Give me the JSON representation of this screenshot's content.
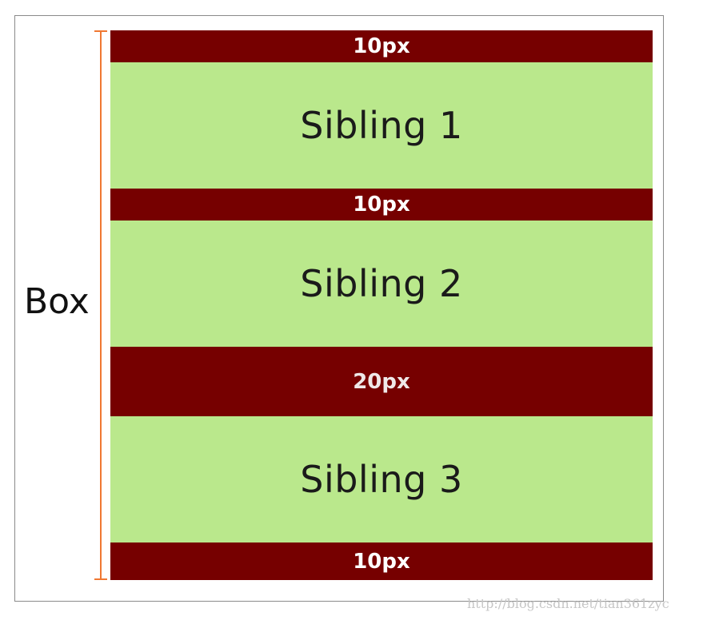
{
  "diagram": {
    "box_label": "Box",
    "bands": [
      {
        "kind": "margin",
        "label": "10px"
      },
      {
        "kind": "sibling",
        "label": "Sibling 1"
      },
      {
        "kind": "margin",
        "label": "10px"
      },
      {
        "kind": "sibling",
        "label": "Sibling 2"
      },
      {
        "kind": "margin",
        "label": "20px"
      },
      {
        "kind": "sibling",
        "label": "Sibling 3"
      },
      {
        "kind": "margin",
        "label": "10px"
      }
    ],
    "colors": {
      "margin": "#760000",
      "sibling": "#bae88c",
      "measure_line": "#f07832"
    }
  },
  "watermark": "http://blog.csdn.net/tian361zyc"
}
